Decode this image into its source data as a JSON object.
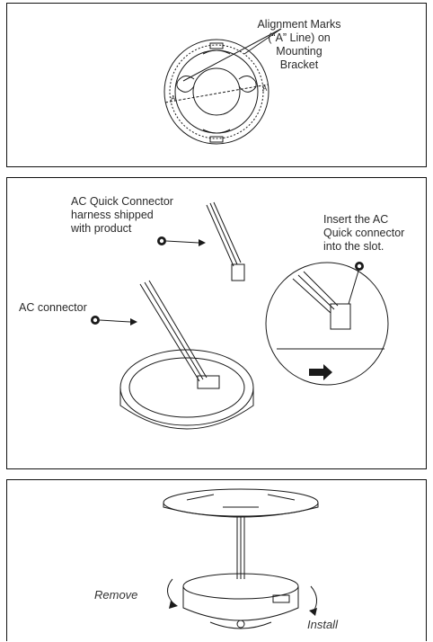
{
  "panel1": {
    "callout_lines": [
      "Alignment Marks",
      "(“A” Line) on",
      "Mounting",
      "Bracket"
    ],
    "mark_letter": "A"
  },
  "panel2": {
    "harness_lines": [
      "AC Quick Connector",
      "harness shipped",
      "with product"
    ],
    "ac_connector": "AC connector",
    "insert_lines": [
      "Insert the AC",
      "Quick connector",
      "into the slot."
    ]
  },
  "panel3": {
    "remove": "Remove",
    "install": "Install"
  },
  "colors": {
    "line": "#1a1a1a",
    "panel_border": "#111111",
    "text": "#2a2a2a"
  }
}
